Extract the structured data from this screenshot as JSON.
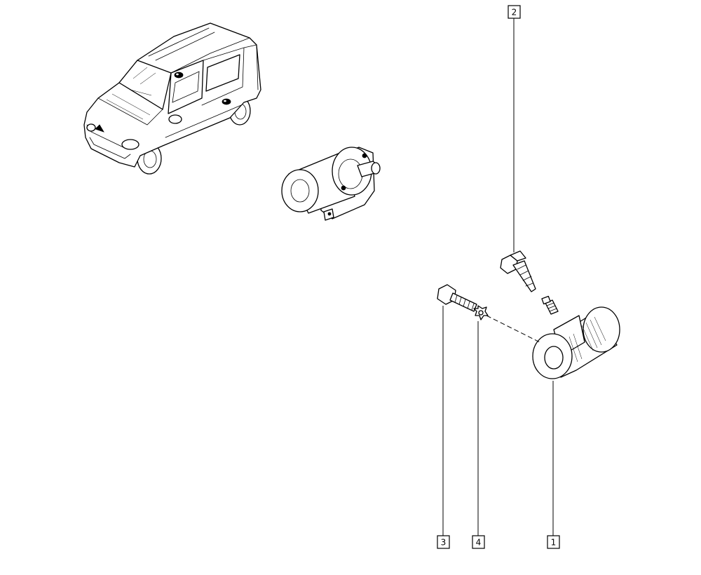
{
  "callouts": {
    "part_1": "1",
    "part_2": "2",
    "part_3": "3",
    "part_4": "4"
  },
  "icons": {
    "vehicle": "vehicle-location-icon",
    "assembly": "wheel-cylinder-assembly-icon"
  }
}
